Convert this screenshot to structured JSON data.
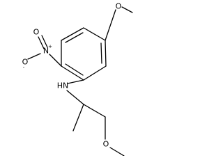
{
  "molecule": {
    "atoms": {
      "o_methoxy_ring": "O",
      "n_nitro": "N",
      "n_nitro_charge": "+",
      "o_nitro_top": "O",
      "o_nitro_bottom": "O",
      "o_nitro_bottom_charge": "-",
      "n_amine": "HN",
      "o_methoxy_chain": "O"
    }
  }
}
